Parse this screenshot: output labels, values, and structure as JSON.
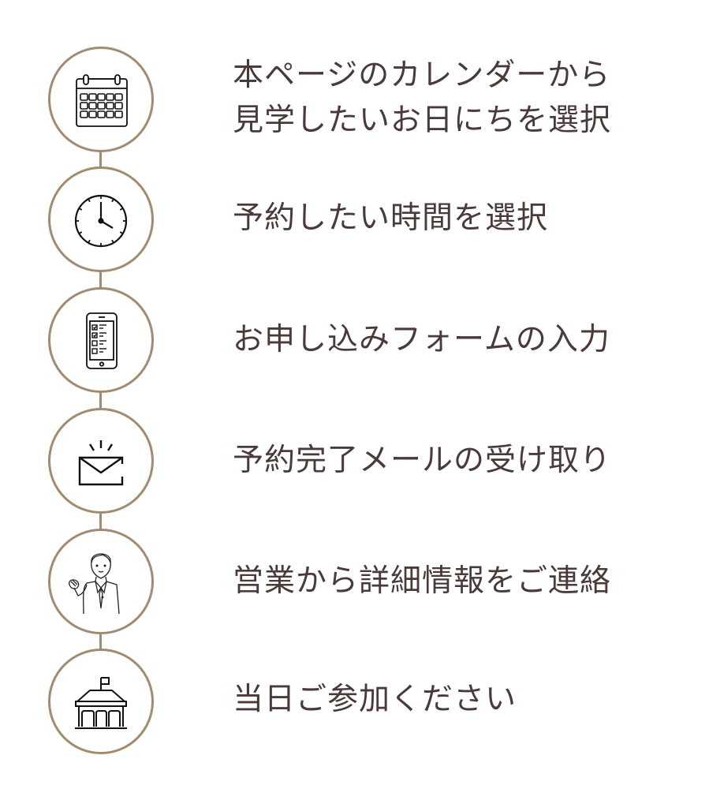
{
  "theme": {
    "accent": "#a38b71",
    "text": "#4a3a3a",
    "icon": "#111111"
  },
  "steps": [
    {
      "icon": "calendar-icon",
      "lines": [
        "本ページのカレンダーから",
        "見学したいお日にちを選択"
      ]
    },
    {
      "icon": "clock-icon",
      "lines": [
        "予約したい時間を選択"
      ]
    },
    {
      "icon": "smartphone-form-icon",
      "lines": [
        "お申し込みフォームの入力"
      ]
    },
    {
      "icon": "mail-notification-icon",
      "lines": [
        "予約完了メールの受け取り"
      ]
    },
    {
      "icon": "salesperson-icon",
      "lines": [
        "営業から詳細情報をご連絡"
      ]
    },
    {
      "icon": "building-flag-icon",
      "lines": [
        "当日ご参加ください"
      ]
    }
  ]
}
